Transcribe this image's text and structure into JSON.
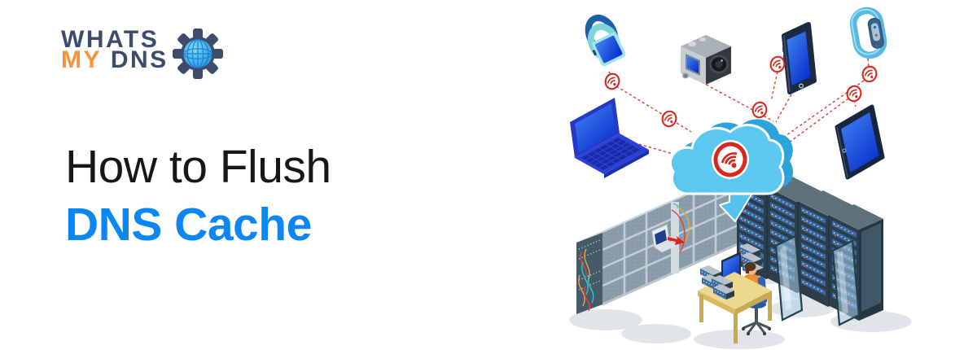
{
  "page": {
    "type": "hero banner",
    "background": "#FFFFFF"
  },
  "logo": {
    "line1": "WHATS",
    "line2_accent": "MY",
    "line2_rest": "DNS",
    "icon": "globe-gear-icon",
    "colors": {
      "navy": "#3C4C6A",
      "orange": "#F6933E",
      "globe_blue": "#3FB4EF"
    }
  },
  "title": {
    "line1": "How to Flush",
    "line2": "DNS Cache",
    "colors": {
      "line1": "#15181B",
      "line2": "#0B86F3"
    }
  },
  "illustration": {
    "theme": "isometric devices connected over wifi to a cloud and server room",
    "colors": {
      "wifi_red": "#D7281D",
      "dashed_line_red": "#E23A2E",
      "cloud_blue": "#5CC8F0",
      "device_blue": "#2A43D4",
      "rack_gray": "#8B9DAA",
      "cabinet_dark": "#2C3E49"
    },
    "items": [
      "smartwatch",
      "action-camera",
      "smartphone",
      "fitness-band",
      "laptop",
      "tablet",
      "wifi-cloud",
      "download-arrow",
      "server-rack-wall",
      "server-cabinets",
      "glass-doors",
      "admin-at-desk"
    ]
  }
}
